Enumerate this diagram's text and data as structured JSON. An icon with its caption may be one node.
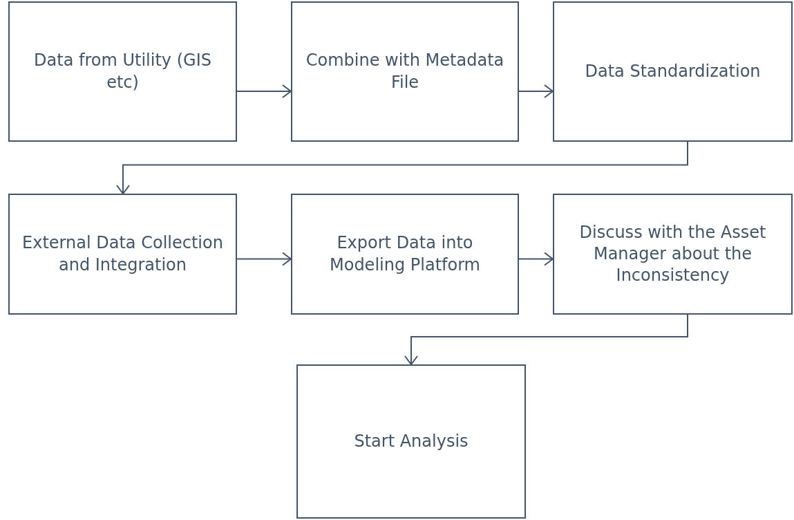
{
  "diagram": {
    "nodes": [
      {
        "text": [
          "Data from Utility (GIS etc)"
        ]
      },
      {
        "text": [
          "Combine with Metadata File"
        ]
      },
      {
        "text": [
          "Data Standardization"
        ]
      },
      {
        "text": [
          "External Data Collection and Integration"
        ]
      },
      {
        "text": [
          "Export Data into Modeling Platform"
        ]
      },
      {
        "text": [
          "Discuss with the Asset Manager about the Inconsistency"
        ]
      },
      {
        "text": [
          "Start Analysis"
        ]
      }
    ],
    "edges": [
      {
        "from": 0,
        "to": 1,
        "arrow": "to"
      },
      {
        "from": 1,
        "to": 2,
        "arrow": "to"
      },
      {
        "from": 2,
        "to": 3,
        "arrow": "to"
      },
      {
        "from": 3,
        "to": 4,
        "arrow": "to"
      },
      {
        "from": 4,
        "to": 5,
        "arrow": "to"
      },
      {
        "from": 5,
        "to": 6,
        "arrow": "to"
      }
    ]
  }
}
